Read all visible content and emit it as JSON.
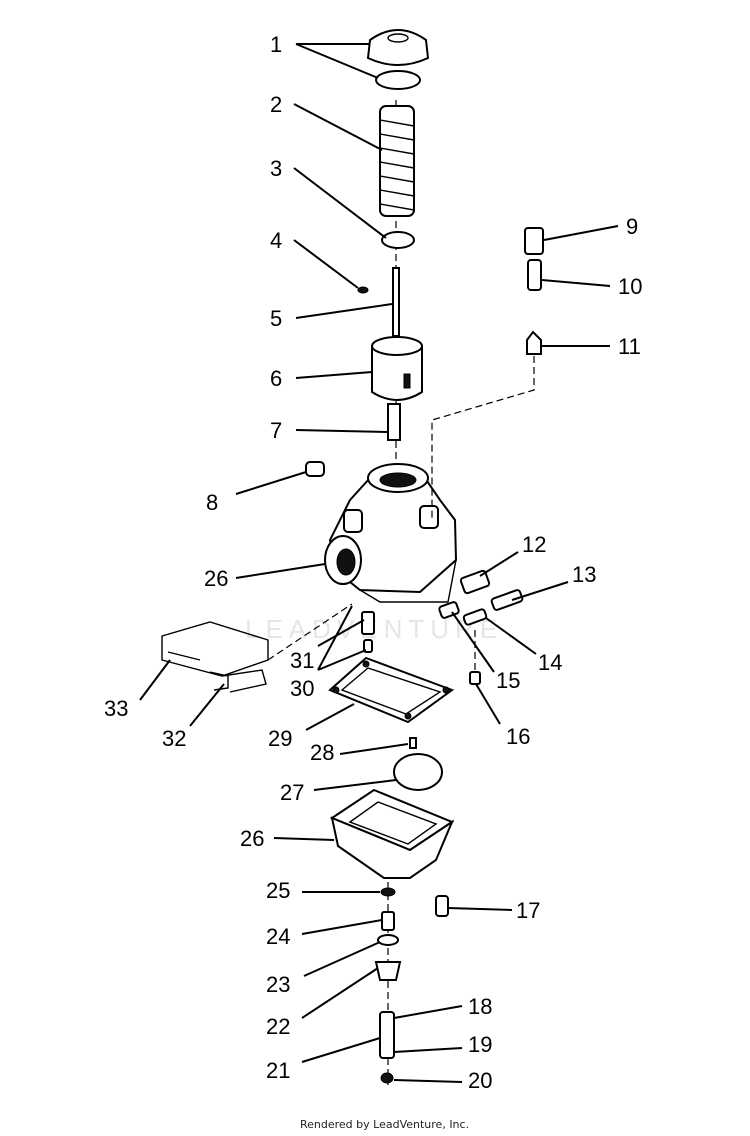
{
  "watermark": "LEADVENTURE",
  "footer": "Rendered by LeadVenture, Inc.",
  "callouts": {
    "c1": "1",
    "c2": "2",
    "c3": "3",
    "c4": "4",
    "c5": "5",
    "c6": "6",
    "c7": "7",
    "c8": "8",
    "c9": "9",
    "c10": "10",
    "c11": "11",
    "c12": "12",
    "c13": "13",
    "c14": "14",
    "c15": "15",
    "c16": "16",
    "c17": "17",
    "c18": "18",
    "c19": "19",
    "c20": "20",
    "c21": "21",
    "c22": "22",
    "c23": "23",
    "c24": "24",
    "c25": "25",
    "c26a": "26",
    "c26b": "26",
    "c27": "27",
    "c28": "28",
    "c29": "29",
    "c30": "30",
    "c31": "31",
    "c32": "32",
    "c33": "33"
  }
}
